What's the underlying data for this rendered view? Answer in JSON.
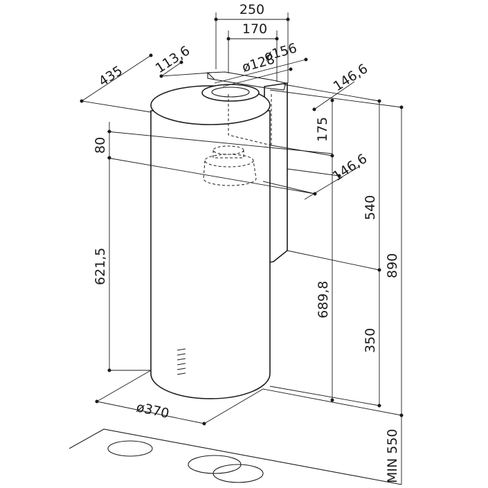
{
  "dimensions": {
    "width_250": "250",
    "width_170": "170",
    "dia_156": "ø156",
    "dia_128": "ø128",
    "depth_435": "435",
    "offset_113_6": "113,6",
    "offset_146_6_top": "146,6",
    "height_175": "175",
    "offset_146_6_mid": "146,6",
    "height_80": "80",
    "height_621_5": "621,5",
    "height_540": "540",
    "height_689_8": "689,8",
    "height_890": "890",
    "height_350": "350",
    "dia_370": "ø370",
    "min_550": "MIN 550"
  }
}
